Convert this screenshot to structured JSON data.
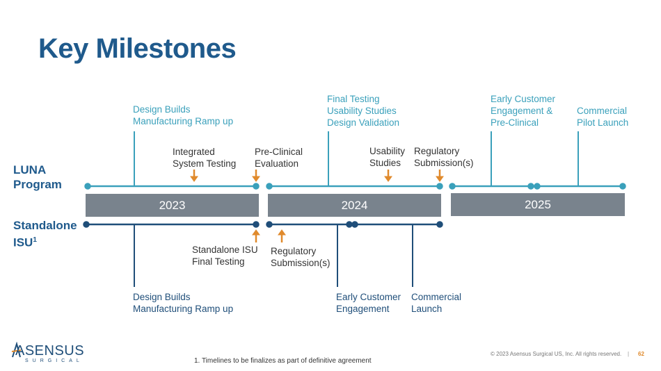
{
  "title": "Key Milestones",
  "rows": {
    "luna": "LUNA\nProgram",
    "isu_main": "Standalone\nISU",
    "isu_sup": "1"
  },
  "years": [
    "2023",
    "2024",
    "2025"
  ],
  "luna_top": {
    "design_builds": "Design Builds\nManufacturing Ramp up",
    "final_testing": "Final Testing\nUsability Studies\nDesign Validation",
    "early_customer": "Early Customer\nEngagement &\nPre-Clinical",
    "commercial_pilot": "Commercial\nPilot Launch"
  },
  "luna_arrows": {
    "integrated": "Integrated\nSystem Testing",
    "preclinical": "Pre-Clinical\nEvaluation",
    "usability": "Usability\nStudies",
    "regulatory": "Regulatory\nSubmission(s)"
  },
  "isu_arrows": {
    "final_testing": "Standalone ISU\nFinal Testing",
    "regulatory": "Regulatory\nSubmission(s)"
  },
  "isu_bottom": {
    "design_builds": "Design Builds\nManufacturing Ramp up",
    "early_customer": "Early Customer\nEngagement",
    "commercial": "Commercial\nLaunch"
  },
  "footnote": "1. Timelines to be finalizes as part of definitive agreement",
  "copyright": "© 2023 Asensus Surgical US, Inc. All rights reserved.",
  "divider": "|",
  "page_number": "62",
  "logo": {
    "word": "ASENSUS",
    "sub": "SURGICAL"
  },
  "colors": {
    "title": "#1f5a8c",
    "teal": "#3aa0bb",
    "navy": "#1f4e79",
    "orange": "#e08a2c",
    "bar": "#79838d"
  }
}
